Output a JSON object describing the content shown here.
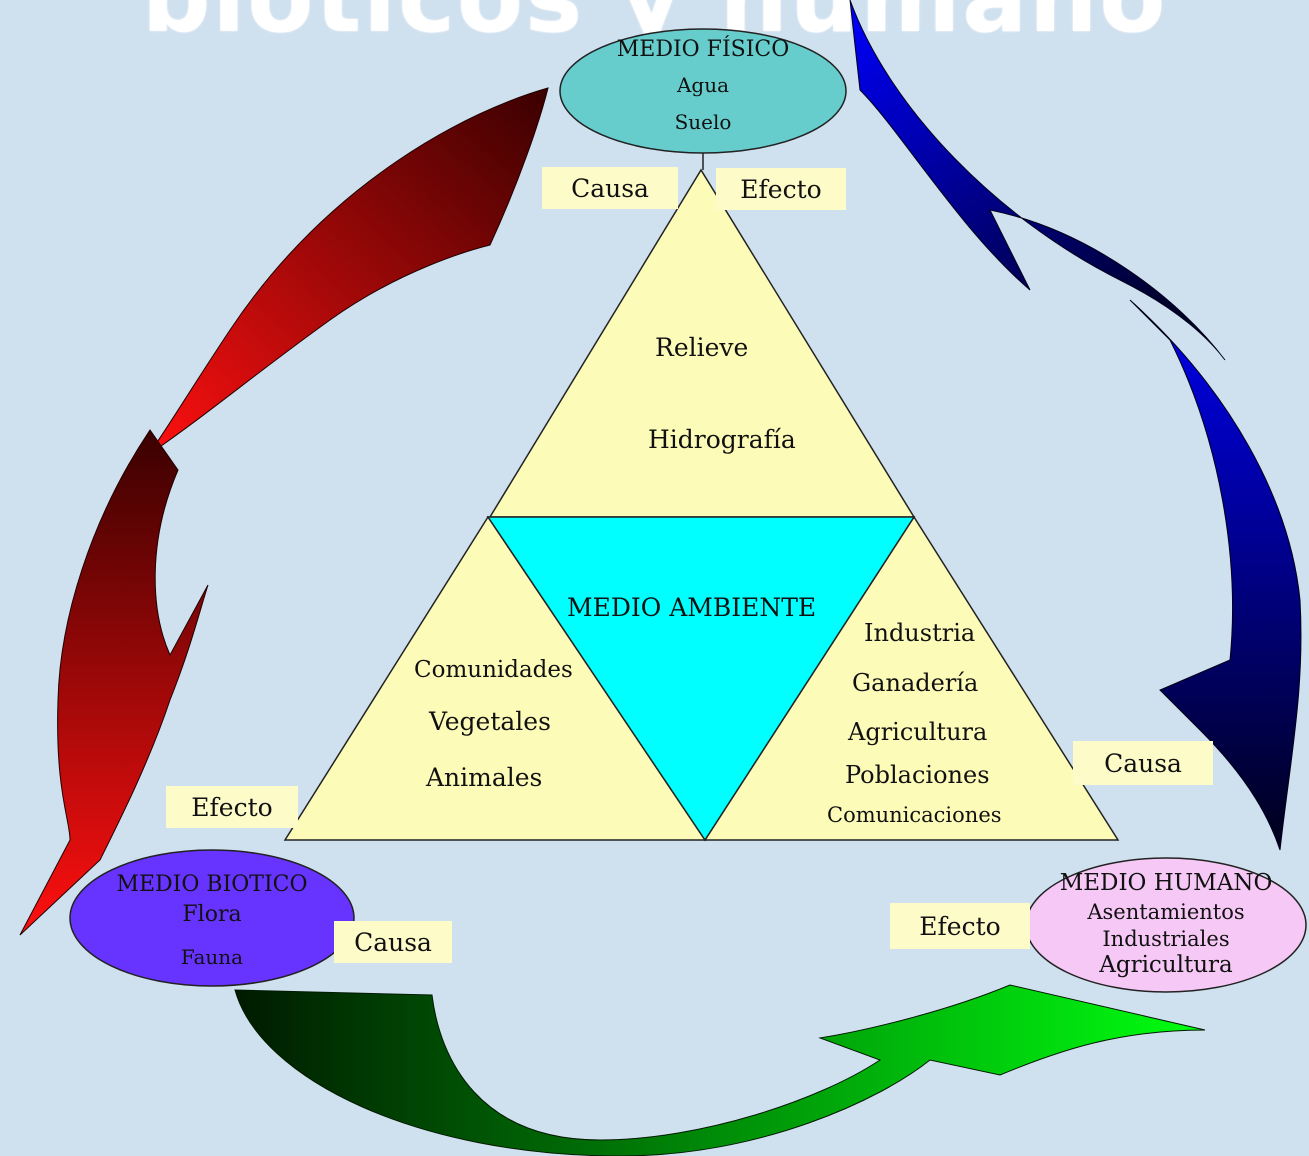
{
  "title": "bióticos y humano",
  "center_label": "MEDIO AMBIENTE",
  "nodes": {
    "fisico": {
      "title": "MEDIO FÍSICO",
      "items": [
        "Agua",
        "Suelo"
      ]
    },
    "biotico": {
      "title": "MEDIO BIOTICO",
      "items": [
        "Flora",
        "Fauna"
      ]
    },
    "humano": {
      "title": "MEDIO HUMANO",
      "items": [
        "Asentamientos",
        "Industriales",
        "Agricultura"
      ]
    }
  },
  "triangles": {
    "top": [
      "Relieve",
      "Hidrografía"
    ],
    "left": [
      "Comunidades",
      "Vegetales",
      "Animales"
    ],
    "right": [
      "Industria",
      "Ganadería",
      "Agricultura",
      "Poblaciones",
      "Comunicaciones"
    ]
  },
  "labels": {
    "top_causa": "Causa",
    "top_efecto": "Efecto",
    "left_efecto": "Efecto",
    "left_causa": "Causa",
    "right_causa": "Causa",
    "right_efecto": "Efecto"
  },
  "colors": {
    "background": "#cfe0ef",
    "triangle": "#fdfbb8",
    "center": "#00ffff",
    "node_fisico": "#66cccc",
    "node_biotico": "#6633ff",
    "node_humano": "#f5c8f5",
    "arrow_red": "#ff0000",
    "arrow_blue": "#0000ff",
    "arrow_green": "#00ff00"
  }
}
